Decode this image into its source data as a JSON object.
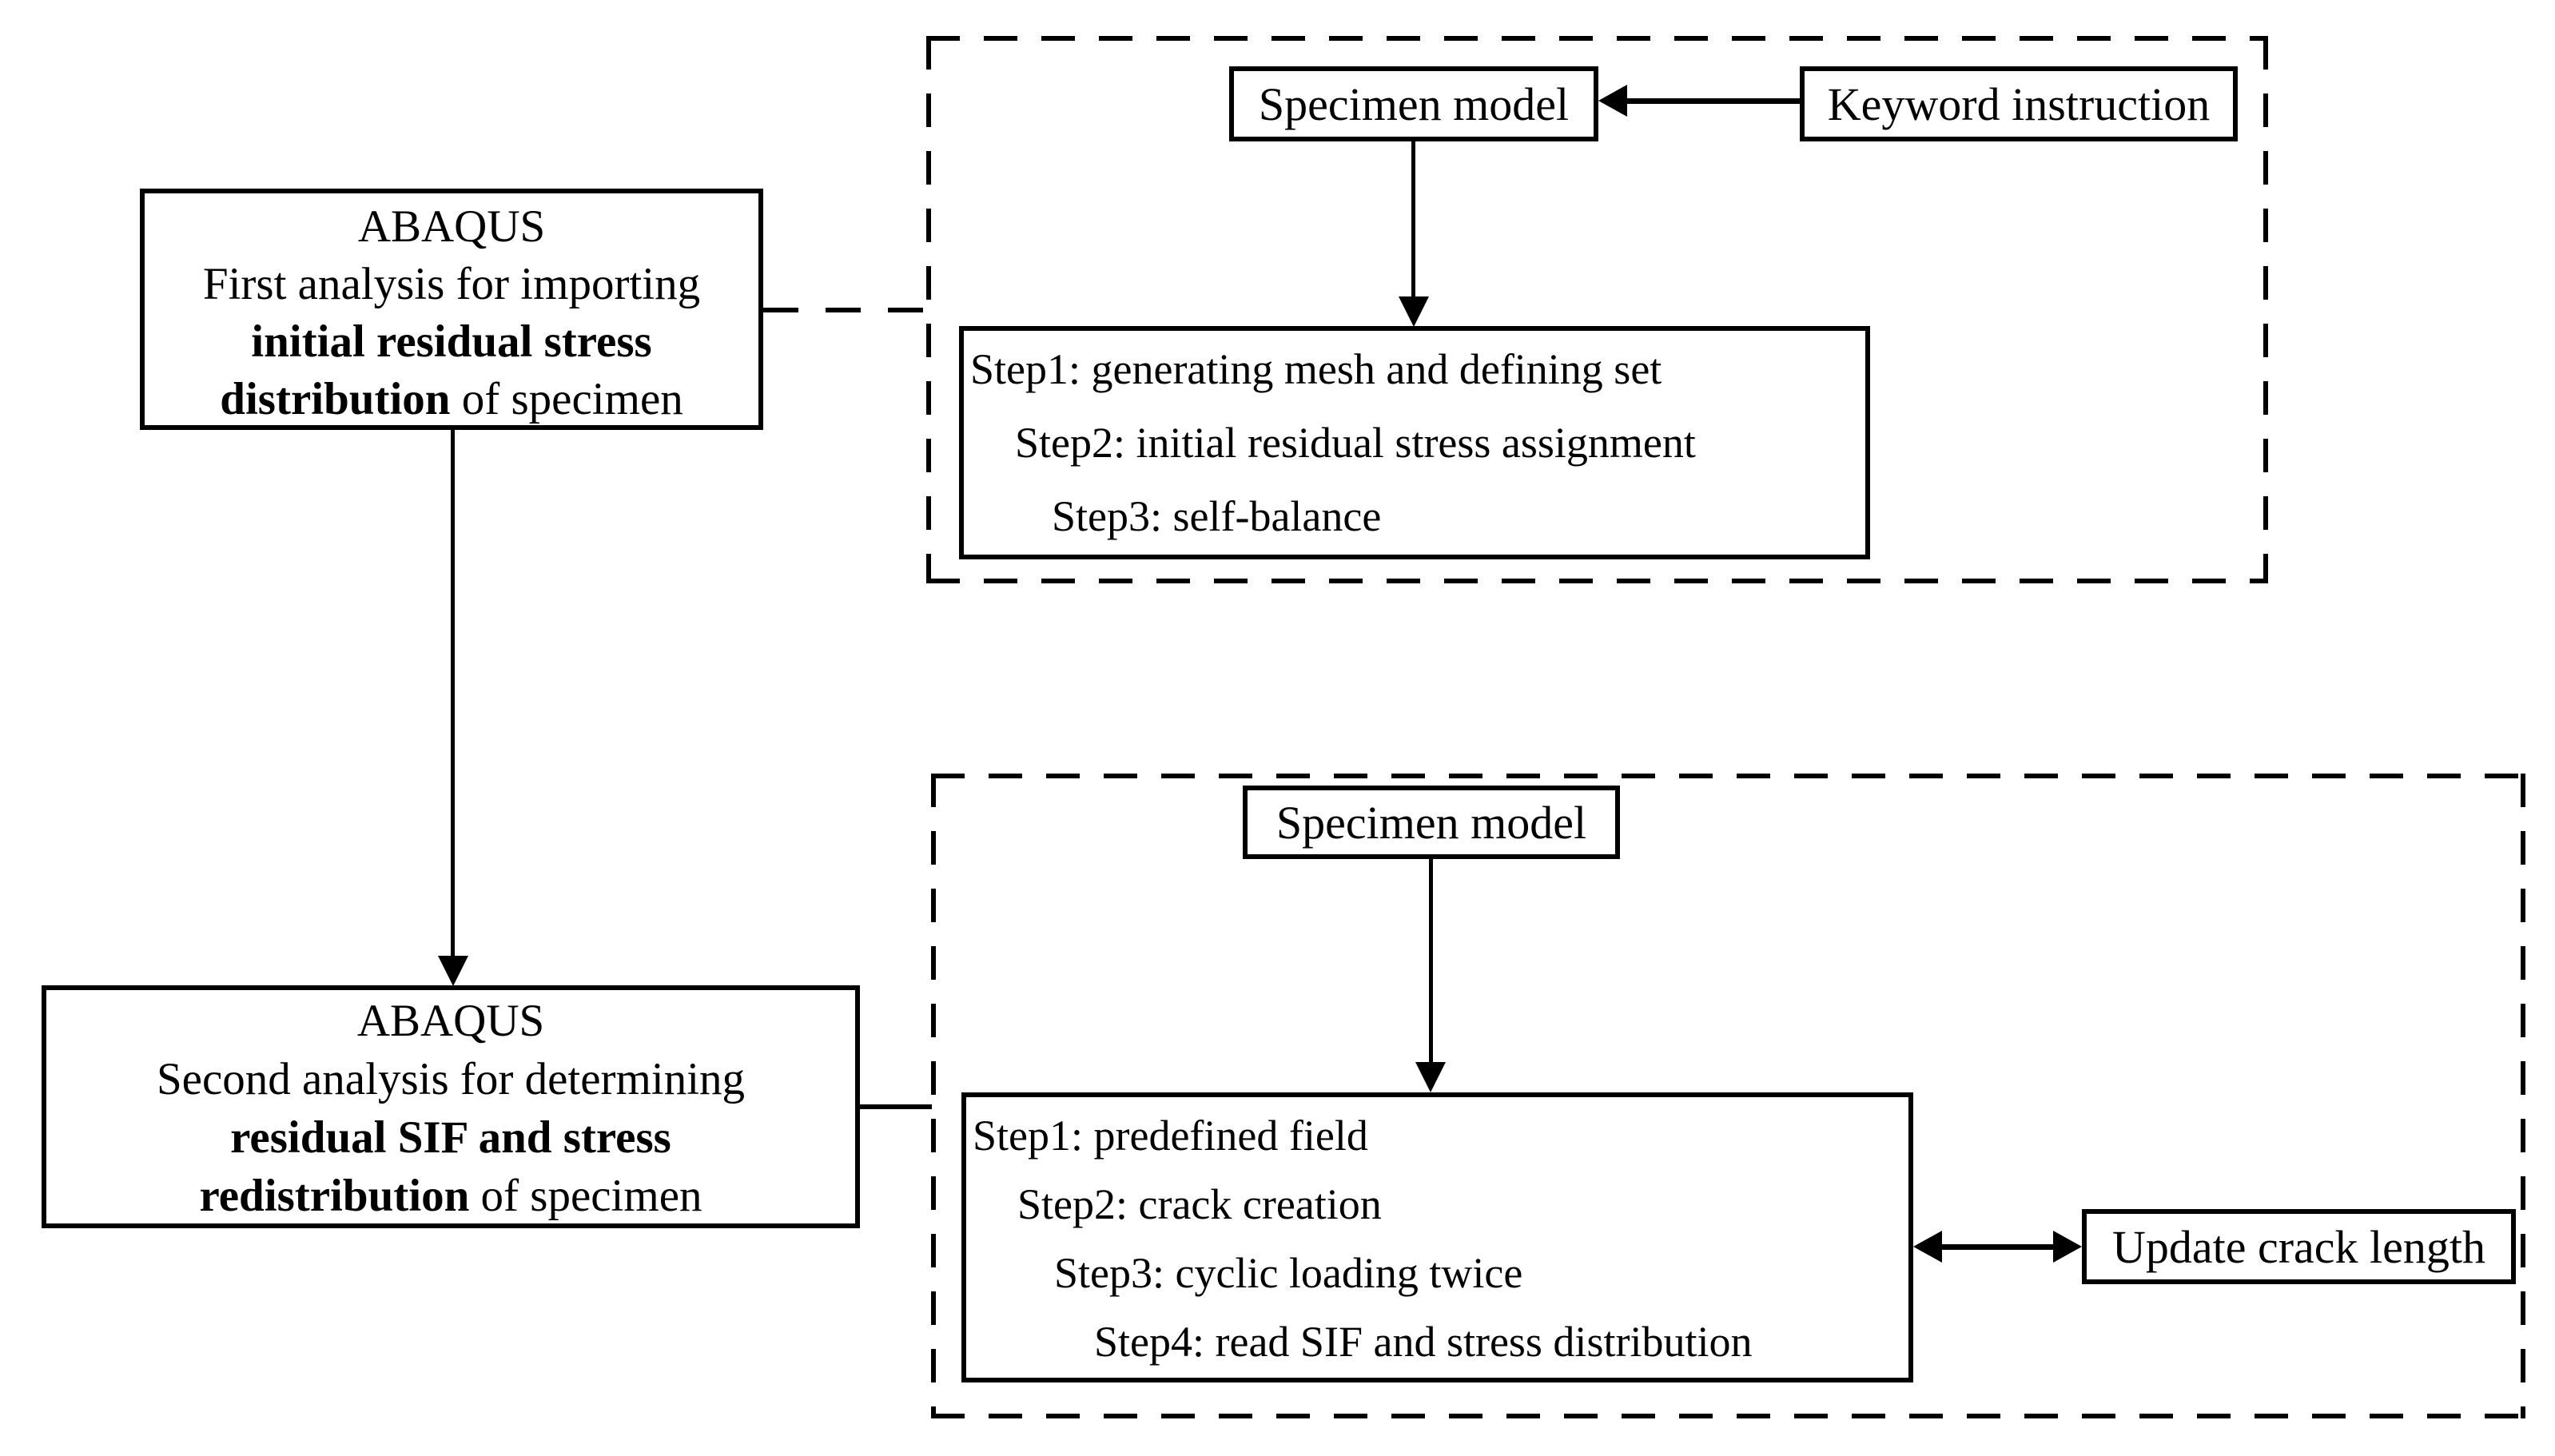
{
  "colors": {
    "ink": "#000000",
    "background": "#ffffff"
  },
  "boxes": {
    "abaqus_first": {
      "title": "ABAQUS",
      "line2": "First analysis for importing",
      "bold_line": "initial residual stress",
      "bold_word": "distribution",
      "tail": " of specimen"
    },
    "abaqus_second": {
      "title": "ABAQUS",
      "line2": "Second analysis for determining",
      "bold_line": "residual SIF and stress",
      "bold_word": "redistribution",
      "tail": " of specimen"
    },
    "specimen_model_top": {
      "label": "Specimen model"
    },
    "keyword_instruction": {
      "label": "Keyword instruction"
    },
    "first_steps": {
      "steps": [
        "Step1: generating mesh and defining set",
        "Step2: initial residual stress assignment",
        "Step3: self-balance"
      ]
    },
    "specimen_model_bottom": {
      "label": "Specimen model"
    },
    "second_steps": {
      "steps": [
        "Step1: predefined field",
        "Step2: crack creation",
        "Step3: cyclic loading twice",
        "Step4: read SIF and stress distribution"
      ]
    },
    "update_crack_length": {
      "label": "Update crack length"
    }
  }
}
